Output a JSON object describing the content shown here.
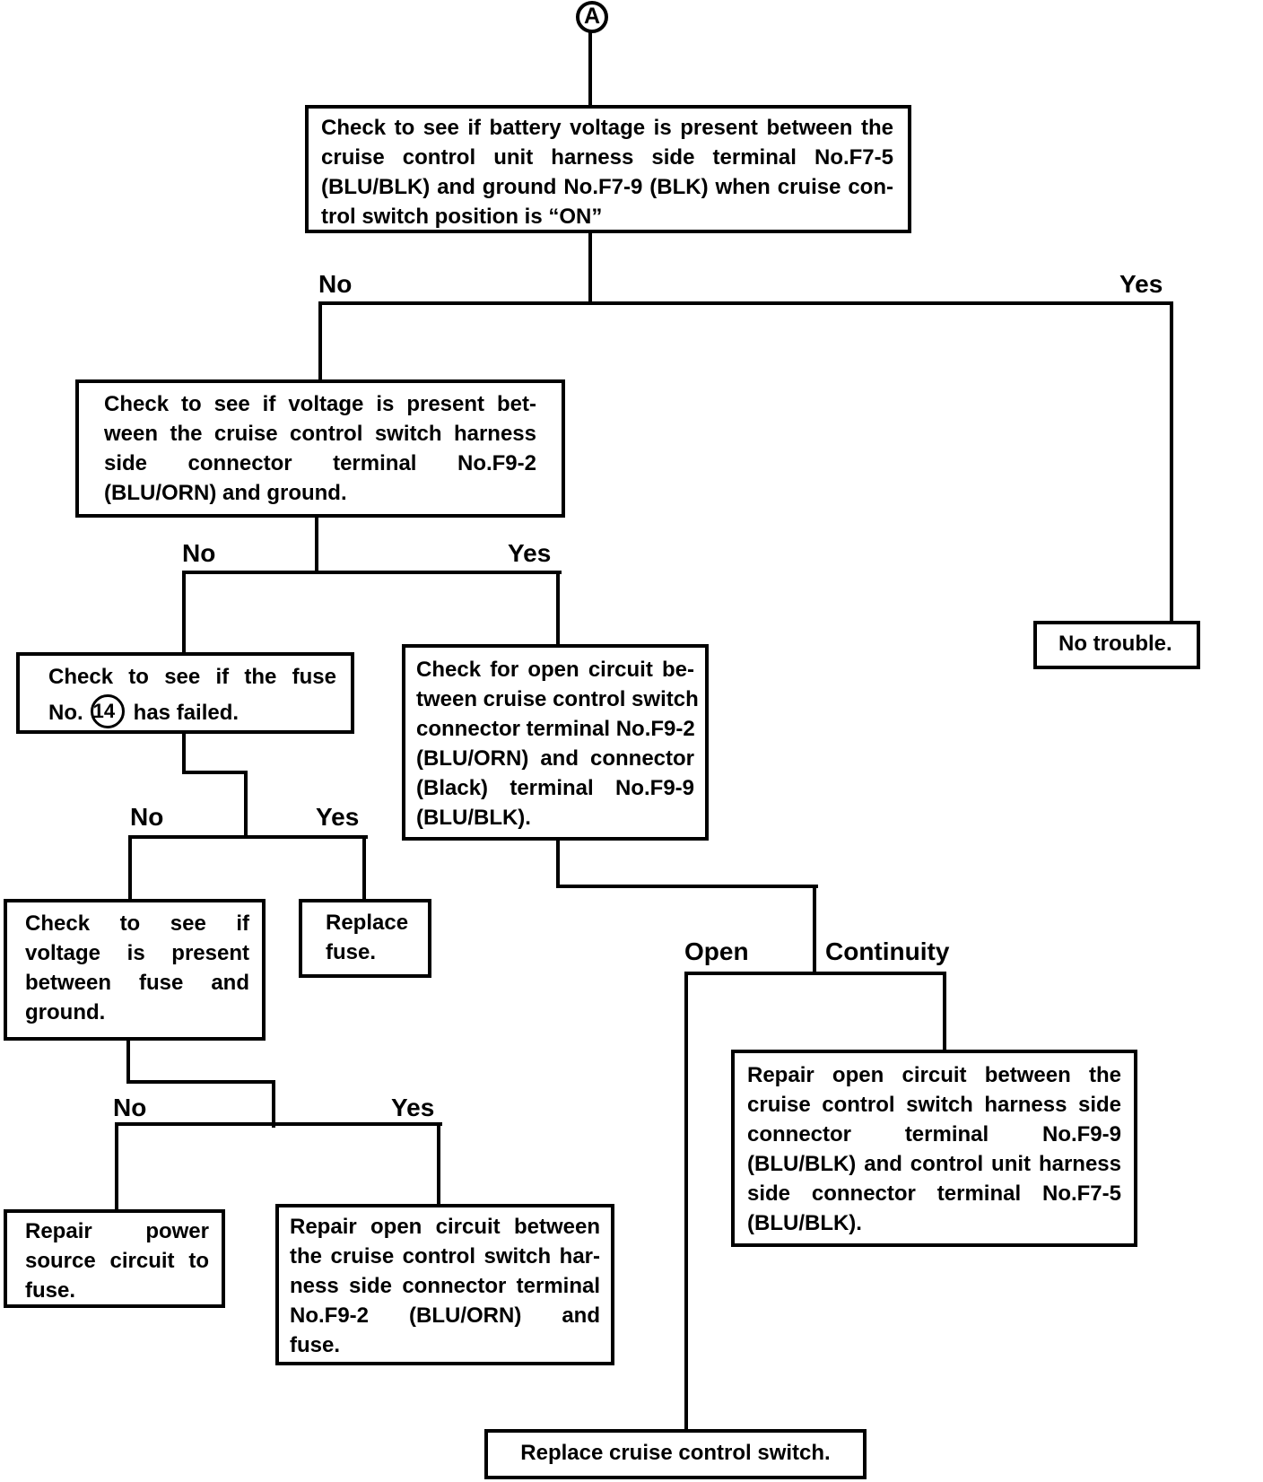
{
  "connector": {
    "label": "A"
  },
  "nodes": {
    "check_battery_voltage": {
      "lines": [
        "Check to see if battery voltage is present between the",
        "cruise control unit harness side terminal No.F7-5",
        "(BLU/BLK) and ground No.F7-9 (BLK) when cruise con-",
        "trol switch position is “ON”"
      ]
    },
    "check_switch_voltage": {
      "lines": [
        "Check to see if voltage is present bet-",
        "ween the cruise control switch harness",
        "side connector terminal No.F9-2",
        "(BLU/ORN) and ground."
      ]
    },
    "check_fuse": {
      "line1": "Check to see if the fuse",
      "prefix": "No.",
      "number": "14",
      "suffix": "has failed."
    },
    "check_open_circuit": {
      "lines": [
        "Check for open circuit be-",
        "tween cruise control switch",
        "connector terminal No.F9-2",
        "(BLU/ORN) and connector",
        "(Black) terminal No.F9-9",
        "(BLU/BLK)."
      ]
    },
    "check_fuse_voltage": {
      "lines": [
        "Check to see if",
        "voltage is present",
        "between fuse and",
        "ground."
      ]
    },
    "replace_fuse": {
      "lines": [
        "Replace",
        "fuse."
      ]
    },
    "repair_power_source": {
      "lines": [
        "Repair power",
        "source circuit to",
        "fuse."
      ]
    },
    "repair_open_circuit_fuse": {
      "lines": [
        "Repair open circuit between",
        "the cruise control switch har-",
        "ness side connector terminal",
        "No.F9-2 (BLU/ORN) and",
        "fuse."
      ]
    },
    "repair_open_circuit_unit": {
      "lines": [
        "Repair open circuit between the",
        "cruise control switch harness side",
        "connector terminal No.F9-9",
        "(BLU/BLK) and control unit harness",
        "side connector terminal No.F7-5",
        "(BLU/BLK)."
      ]
    },
    "no_trouble": {
      "text": "No trouble."
    },
    "replace_switch": {
      "text": "Replace cruise control switch."
    }
  },
  "branch_labels": {
    "b1_no": "No",
    "b1_yes": "Yes",
    "b2_no": "No",
    "b2_yes": "Yes",
    "b3_no": "No",
    "b3_yes": "Yes",
    "b4_no": "No",
    "b4_yes": "Yes",
    "b5_open": "Open",
    "b5_continuity": "Continuity"
  },
  "colors": {
    "ink": "#000000",
    "paper": "#ffffff"
  }
}
